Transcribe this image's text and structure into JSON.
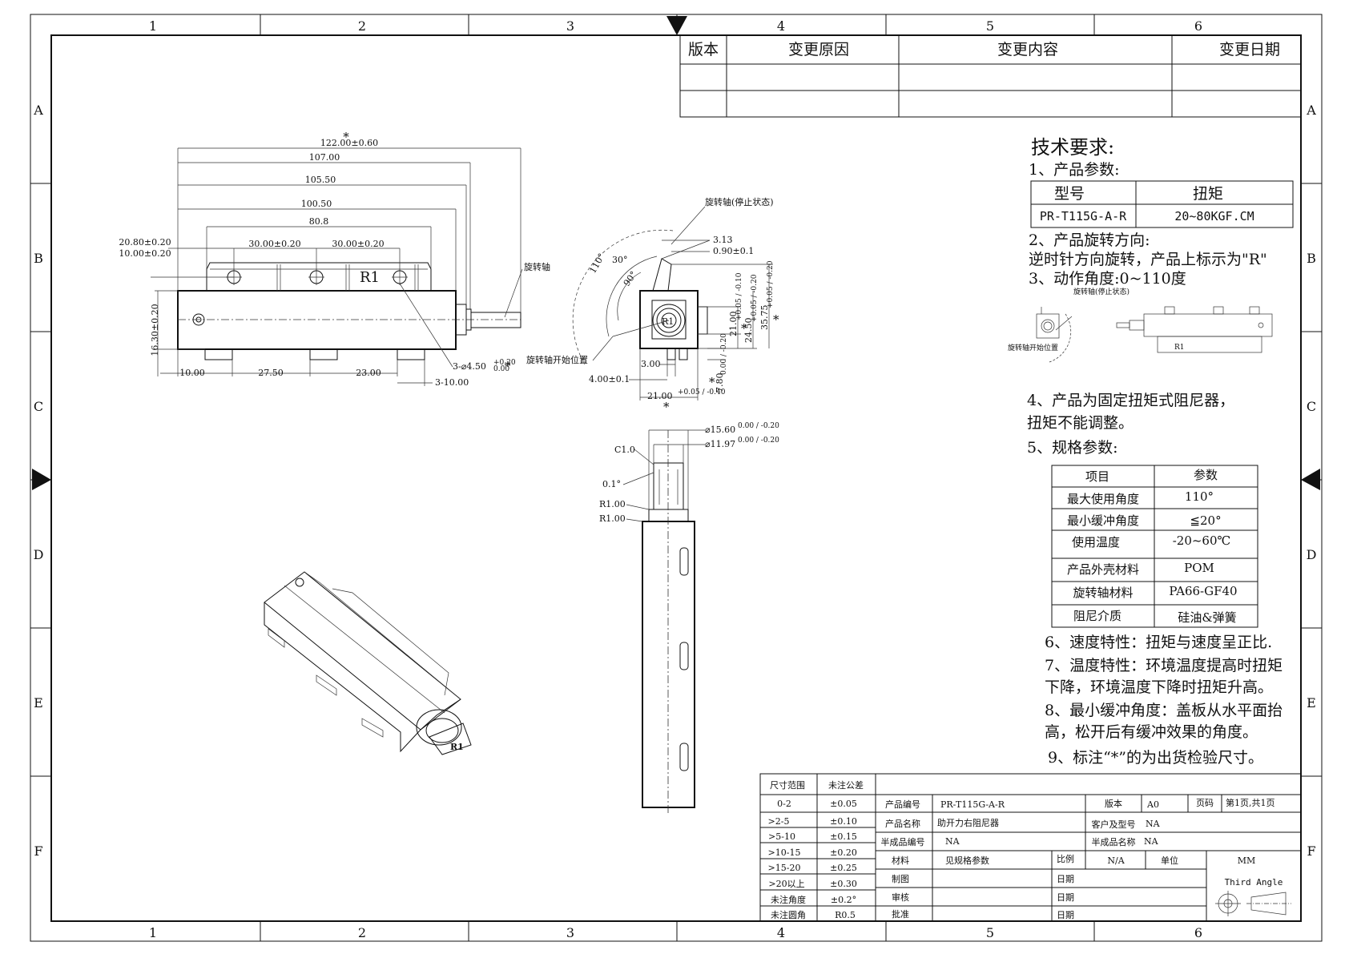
{
  "grid": {
    "columns": [
      "1",
      "2",
      "3",
      "4",
      "5",
      "6"
    ],
    "rows": [
      "A",
      "B",
      "C",
      "D",
      "E",
      "F"
    ]
  },
  "revision_table": {
    "headers": [
      "版本",
      "变更原因",
      "变更内容",
      "变更日期"
    ]
  },
  "tech": {
    "title": "技术要求:",
    "item1": "1、产品参数:",
    "param_table": {
      "headers": [
        "型号",
        "扭矩"
      ],
      "row": [
        "PR-T115G-A-R",
        "20~80KGF.CM"
      ]
    },
    "item2": "2、产品旋转方向:",
    "item2_detail": "逆时针方向旋转，产品上标示为\"R\"",
    "item3": "3、动作角度:0~110度",
    "item4a": "4、产品为固定扭矩式阻尼器，",
    "item4b": "扭矩不能调整。",
    "item5": "5、规格参数:",
    "spec_table": {
      "headers": [
        "项目",
        "参数"
      ],
      "rows": [
        [
          "最大使用角度",
          "110°"
        ],
        [
          "最小缓冲角度",
          "≦20°"
        ],
        [
          "使用温度",
          "-20~60℃"
        ],
        [
          "产品外壳材料",
          "POM"
        ],
        [
          "旋转轴材料",
          "PA66-GF40"
        ],
        [
          "阻尼介质",
          "硅油&弹簧"
        ]
      ]
    },
    "item6": "6、速度特性：扭矩与速度呈正比.",
    "item7a": "7、温度特性：环境温度提高时扭矩",
    "item7b": "下降，环境温度下降时扭矩升高。",
    "item8a": "8、最小缓冲角度：盖板从水平面抬",
    "item8b": "高，松开后有缓冲效果的角度。",
    "item9": "9、标注“*”的为出货检验尺寸。"
  },
  "front_view": {
    "dims": {
      "total": "122.00±0.60",
      "d107": "107.00",
      "d105": "105.50",
      "d100": "100.50",
      "d80": "80.8",
      "d30a": "30.00±0.20",
      "d30b": "30.00±0.20",
      "d20": "20.80±0.20",
      "d10top": "10.00±0.20",
      "height": "16.30±0.20",
      "b10": "10.00",
      "b27": "27.50",
      "b23": "23.00",
      "b3x10": "3-10.00",
      "holes": "3-⌀4.50",
      "holes_tol_top": "+0.20",
      "holes_tol_bot": "0.00",
      "shaft_label": "旋转轴",
      "r1": "R1",
      "star": "*"
    }
  },
  "side_view": {
    "label_stop": "旋转轴(停止状态)",
    "label_start": "旋转轴开始位置",
    "d313": "3.13",
    "d090": "0.90±0.1",
    "ang110": "110°",
    "ang30": "30°",
    "ang90": "90°",
    "d21": "21.00",
    "d21_tol": "+0.05 / -0.10",
    "d2450": "24.50",
    "d2450_tol": "+0.05 / -0.20",
    "d3575": "35.75",
    "d3575_tol": "+0.05 / -0.20",
    "d300": "3.00",
    "d400": "4.00±0.1",
    "d780": "7.80",
    "d780_tol": "0.00 / -0.20",
    "d21b": "21.00",
    "d21b_tol": "+0.05 / -0.40",
    "r1": "R1",
    "star": "*"
  },
  "top_view": {
    "d1560": "⌀15.60",
    "d1560_tol": "0.00 / -0.20",
    "d1197": "⌀11.97",
    "d1197_tol": "0.00 / -0.20",
    "c10": "C1.0",
    "a01": "0.1°",
    "r100a": "R1.00",
    "r100b": "R1.00"
  },
  "mini_views": {
    "label_a": "旋转轴开始位置",
    "label_b": "旋转轴(停止状态)"
  },
  "iso_view": {
    "r1": "R1"
  },
  "title_block": {
    "tol_headers": [
      "尺寸范围",
      "未注公差"
    ],
    "tol_rows": [
      [
        "0-2",
        "±0.05"
      ],
      [
        ">2-5",
        "±0.10"
      ],
      [
        ">5-10",
        "±0.15"
      ],
      [
        ">10-15",
        "±0.20"
      ],
      [
        ">15-20",
        "±0.25"
      ],
      [
        ">20以上",
        "±0.30"
      ],
      [
        "未注角度",
        "±0.2°"
      ],
      [
        "未注圆角",
        "R0.5"
      ]
    ],
    "product_no_label": "产品编号",
    "product_no": "PR-T115G-A-R",
    "version_label": "版本",
    "version": "A0",
    "page_label": "页码",
    "page": "第1页,共1页",
    "product_name_label": "产品名称",
    "product_name": "助开力右阻尼器",
    "customer_label": "客户及型号",
    "customer": "NA",
    "semi_no_label": "半成品编号",
    "semi_no": "NA",
    "semi_name_label": "半成品名称",
    "semi_name": "NA",
    "material_label": "材料",
    "material": "见规格参数",
    "scale_label": "比例",
    "scale": "N/A",
    "unit_label": "单位",
    "unit": "MM",
    "drawn_label": "制图",
    "checked_label": "审核",
    "approved_label": "批准",
    "date_label": "日期",
    "projection": "Third Angle"
  }
}
